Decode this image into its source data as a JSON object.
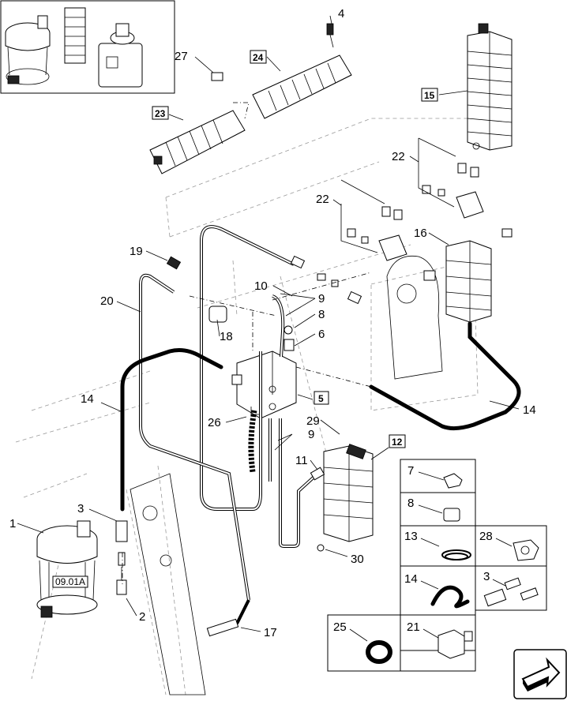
{
  "callouts": {
    "c1": "1",
    "c2": "2",
    "c3": "3",
    "c4": "4",
    "c5": "5",
    "c6": "6",
    "c8": "8",
    "c9a": "9",
    "c9b": "9",
    "c10": "10",
    "c11": "11",
    "c12": "12",
    "c14a": "14",
    "c14b": "14",
    "c15": "15",
    "c16": "16",
    "c17": "17",
    "c18": "18",
    "c19": "19",
    "c20": "20",
    "c22a": "22",
    "c22b": "22",
    "c23": "23",
    "c24": "24",
    "c26": "26",
    "c27": "27",
    "c29": "29",
    "c30": "30"
  },
  "reference_tag": "09.01A",
  "legend": {
    "p7": "7",
    "p8": "8",
    "p13": "13",
    "p28": "28",
    "p14": "14",
    "p3": "3",
    "p25": "25",
    "p21": "21"
  },
  "nav": {
    "icon": "arrow-next-icon"
  }
}
